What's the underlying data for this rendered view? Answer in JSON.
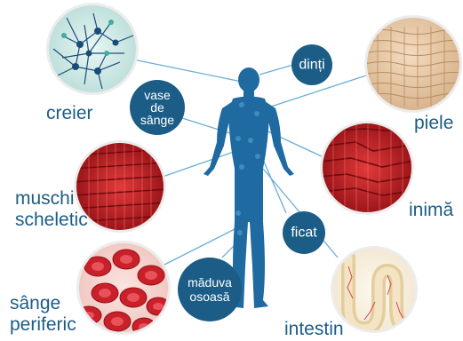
{
  "labels": {
    "creier": "creier",
    "piele": "piele",
    "muschi_line1": "muschi",
    "muschi_line2": "scheletic",
    "inima": "inimă",
    "sange_line1": "sânge",
    "sange_line2": "periferic",
    "intestin": "intestin"
  },
  "bubbles": {
    "dinti": "dinți",
    "vase_line1": "vase",
    "vase_line2": "de",
    "vase_line3": "sânge",
    "ficat": "ficat",
    "maduva_line1": "măduva",
    "maduva_line2": "osoasă"
  },
  "colors": {
    "label_text": "#1b5d86",
    "bubble_fill": "#1b5d86",
    "body_fill": "#1f6aa0",
    "connector": "#6aaed6",
    "circle_border": "#e6e6e6"
  }
}
